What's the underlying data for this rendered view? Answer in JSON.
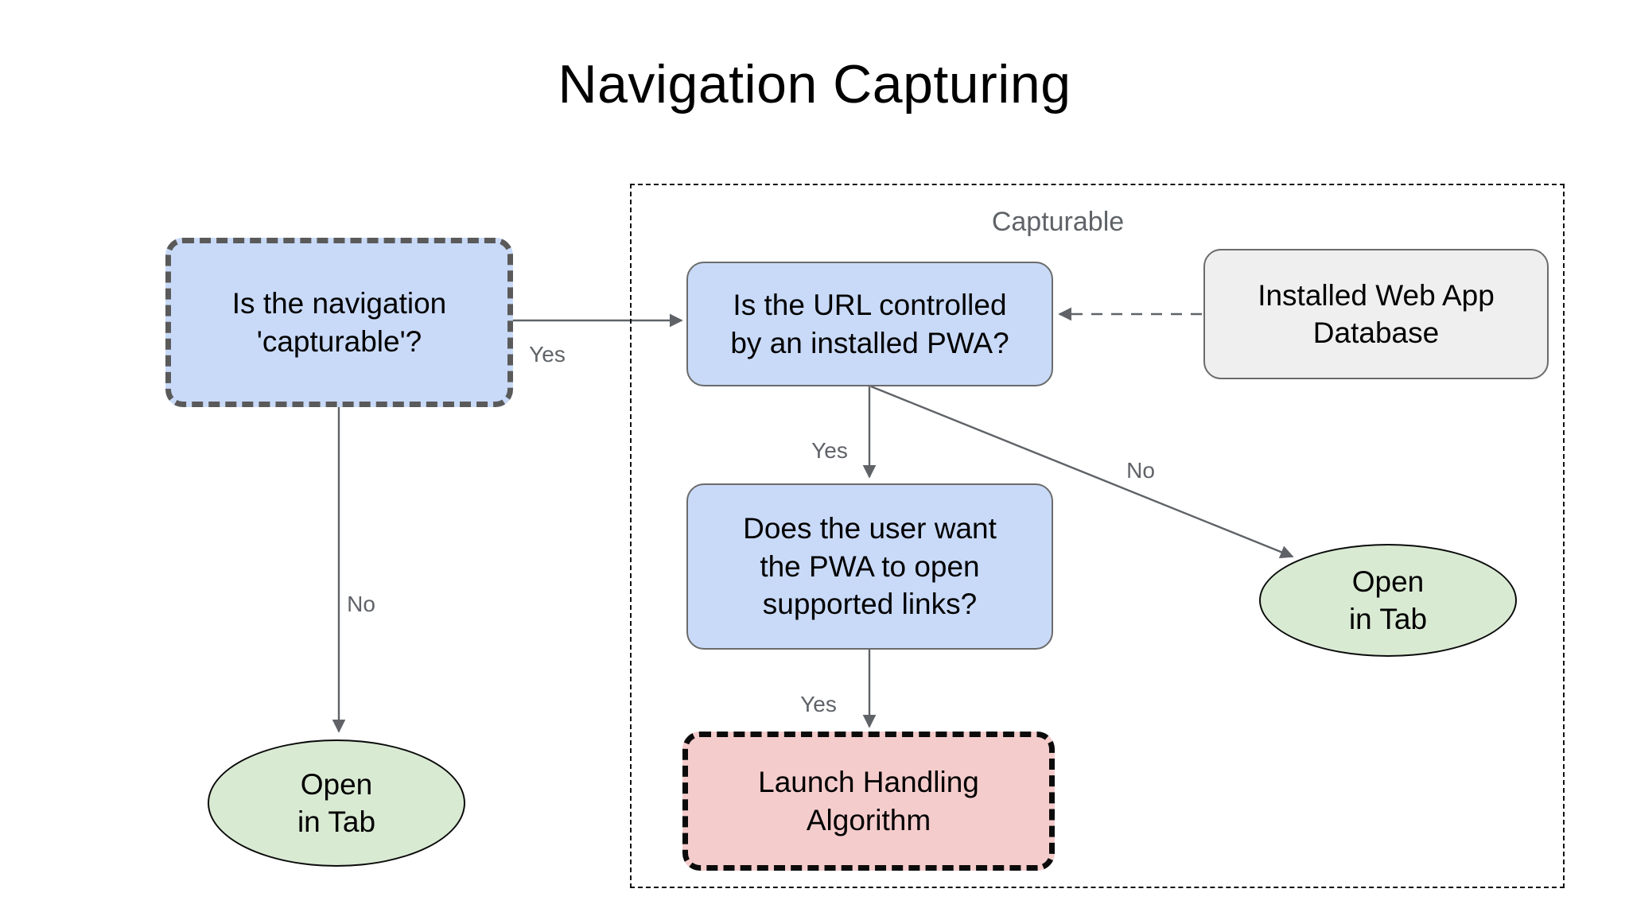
{
  "title": "Navigation Capturing",
  "group": {
    "label": "Capturable"
  },
  "nodes": {
    "capturable_question": "Is the navigation\n'capturable'?",
    "url_question": "Is the URL controlled\nby an installed PWA?",
    "database": "Installed Web App\nDatabase",
    "user_want_question": "Does the user want\nthe PWA to open\nsupported links?",
    "launch_handling": "Launch Handling\nAlgorithm",
    "open_in_tab_left": "Open\nin Tab",
    "open_in_tab_right": "Open\nin Tab"
  },
  "edge_labels": {
    "capturable_yes": "Yes",
    "capturable_no": "No",
    "url_yes": "Yes",
    "url_no": "No",
    "user_want_yes": "Yes"
  },
  "colors": {
    "blue_fill": "#c9daf8",
    "gray_fill": "#efefef",
    "pink_fill": "#f5cccc",
    "green_fill": "#d9ead3",
    "border_gray": "#6b6b6b",
    "border_dark": "#5a5a5a",
    "border_black": "#0b0b0b",
    "edge_stroke": "#5f6368",
    "label_text": "#5f6368",
    "title_text": "#000000"
  }
}
